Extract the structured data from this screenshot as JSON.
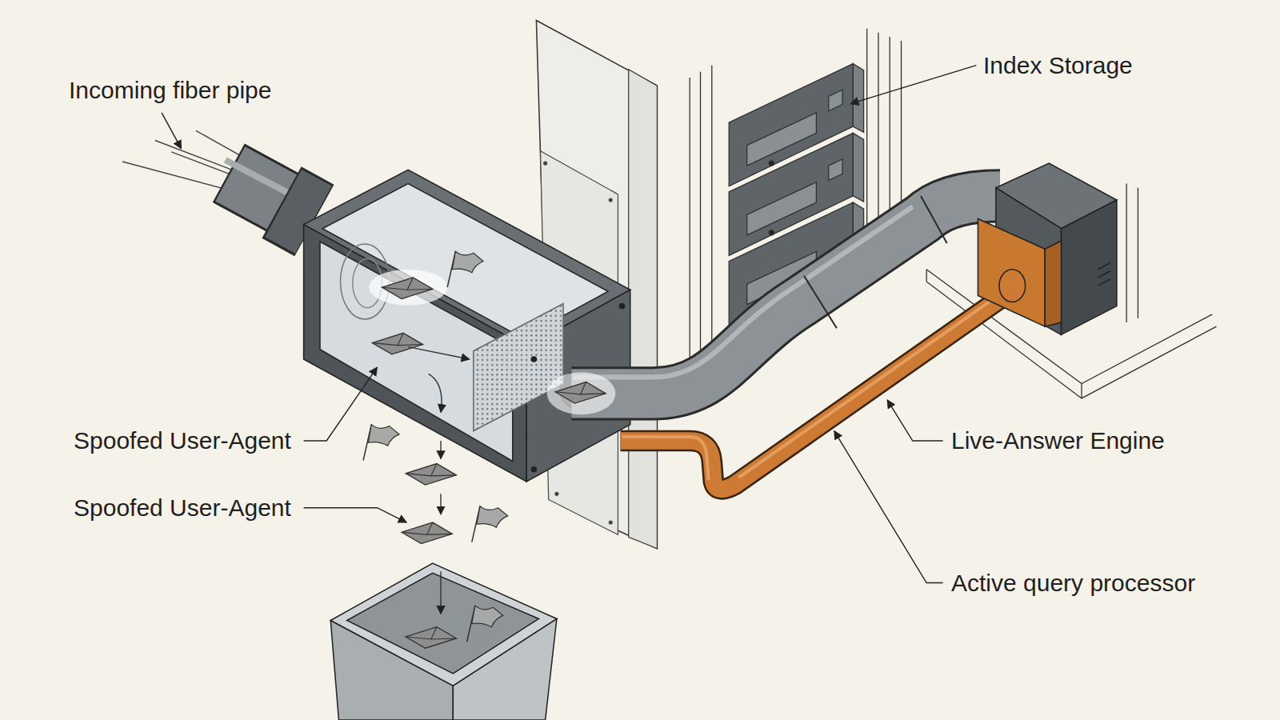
{
  "diagram": {
    "labels": [
      "Incoming fiber pipe",
      "Index Storage",
      "Spoofed User-Agent",
      "Live-Answer Engine",
      "Spoofed User-Agent",
      "Active query processor"
    ]
  }
}
